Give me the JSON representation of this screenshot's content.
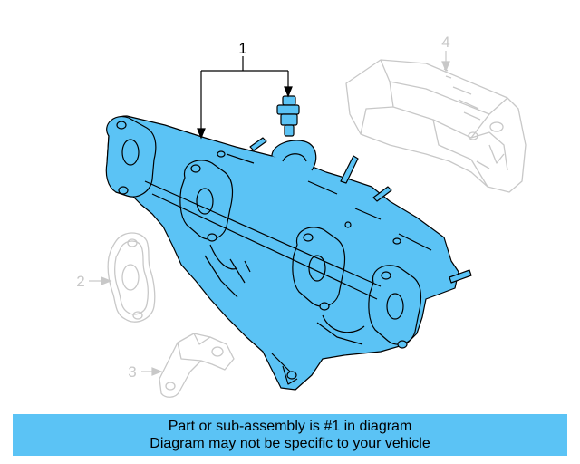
{
  "callouts": [
    {
      "number": "1",
      "highlighted": true
    },
    {
      "number": "2",
      "highlighted": false
    },
    {
      "number": "3",
      "highlighted": false
    },
    {
      "number": "4",
      "highlighted": false
    }
  ],
  "banner": {
    "line1": "Part or sub-assembly is #1 in diagram",
    "line2": "Diagram may not be specific to your vehicle"
  },
  "colors": {
    "highlight_fill": "#5bc3f5",
    "outline": "#000000",
    "faded": "#c8c8c8",
    "banner_bg": "#5bc3f5"
  }
}
